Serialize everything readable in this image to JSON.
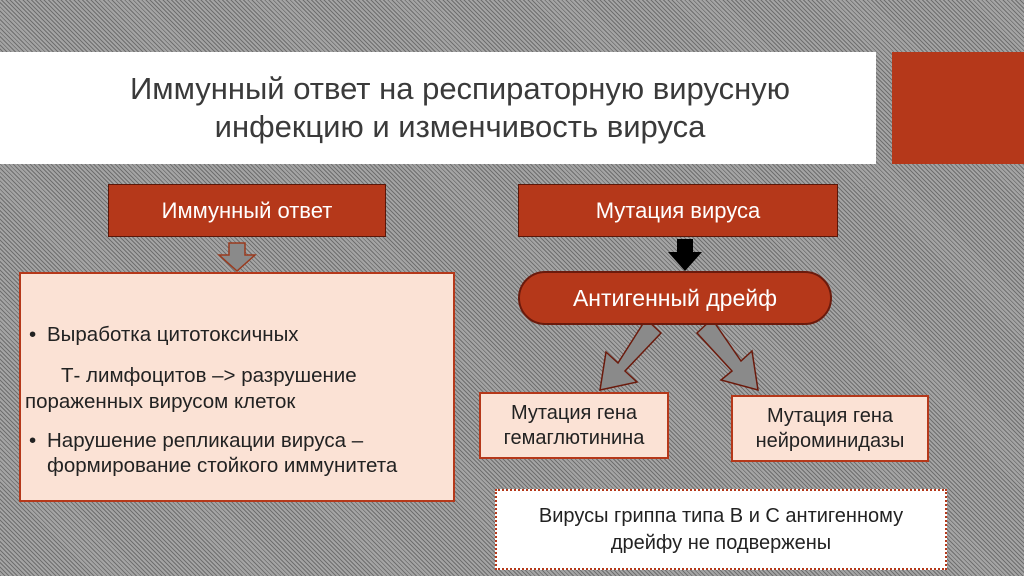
{
  "title": {
    "line1": "Иммунный ответ на респираторную вирусную",
    "line2": "инфекцию и изменчивость вируса"
  },
  "immune_response": {
    "label": "Иммунный ответ",
    "bullet1_line1": "Выработка цитотоксичных",
    "bullet1_line2": "Т- лимфоцитов –> разрушение",
    "bullet1_line3": "пораженных вирусом клеток",
    "bullet2_line1": "Нарушение репликации вируса –",
    "bullet2_line2": "формирование стойкого иммунитета"
  },
  "virus_mutation": {
    "label": "Мутация вируса",
    "drift_label": "Антигенный дрейф",
    "gene1_line1": "Мутация гена",
    "gene1_line2": "гемаглютинина",
    "gene2_line1": "Мутация гена",
    "gene2_line2": "нейроминидазы"
  },
  "note": {
    "line1": "Вирусы гриппа типа В и С антигенному",
    "line2": "дрейфу не подвержены"
  },
  "colors": {
    "accent": "#b5381a",
    "box_fill": "#fbe2d5",
    "arrow_gray": "#8a8a8a",
    "arrow_black": "#000000"
  }
}
